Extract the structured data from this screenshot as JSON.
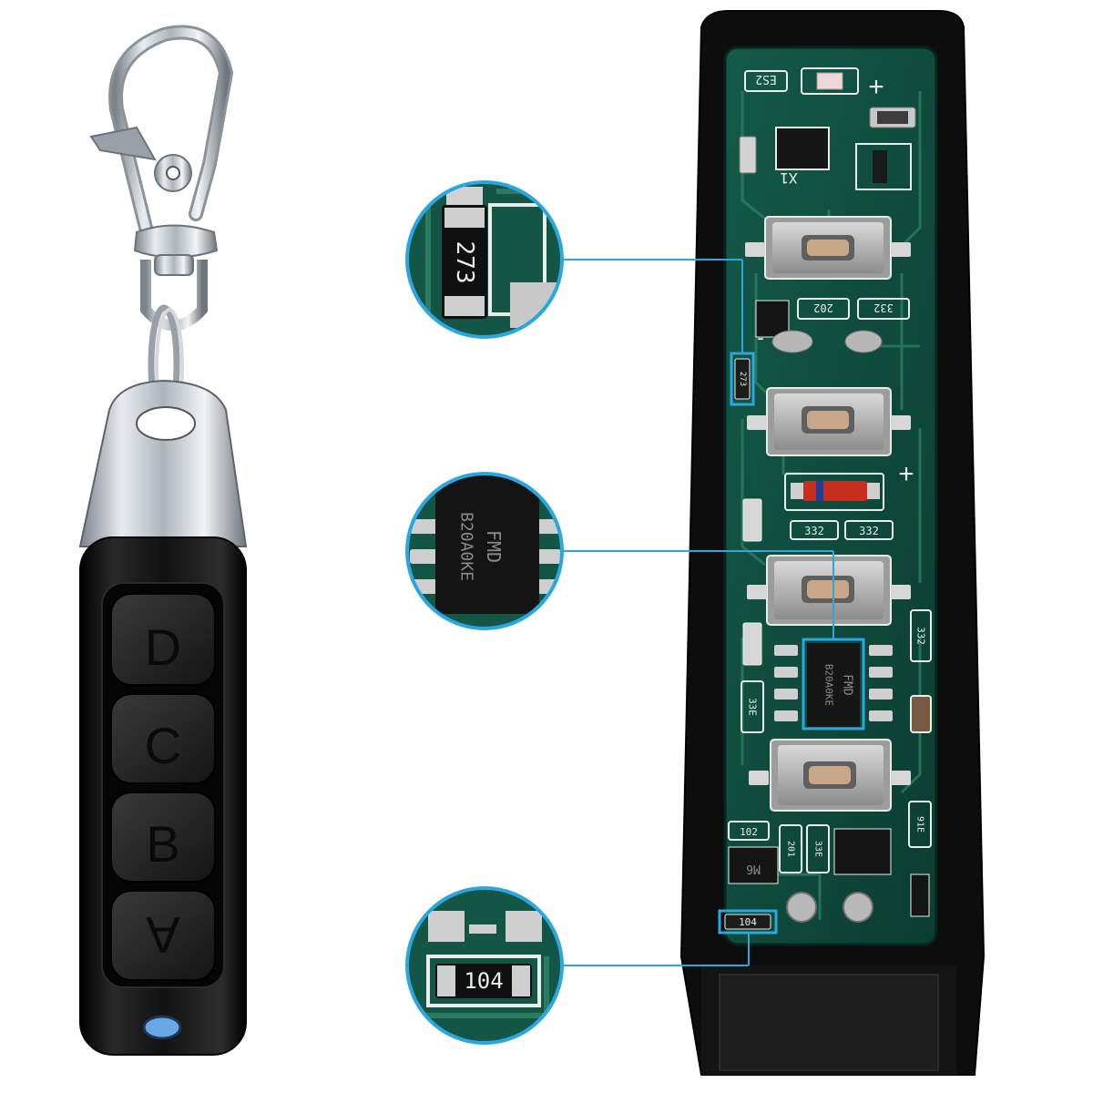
{
  "colors": {
    "background": "#ffffff",
    "case_black": "#0d0d0d",
    "pcb_green": "#0f4a3c",
    "pcb_trace": "#2c7a5f",
    "callout_blue": "#2aa6e0",
    "metal_chrome": "#c8ccd2",
    "silk_white": "#e8eee9",
    "led_blue": "#6aa7e6"
  },
  "remote": {
    "buttons": [
      {
        "label": "D"
      },
      {
        "label": "C"
      },
      {
        "label": "B"
      },
      {
        "label": "A"
      }
    ]
  },
  "pcb": {
    "markings": {
      "r_top": "ES2",
      "crystal": "X1",
      "r_202": "202",
      "r_332a": "332",
      "r_273": "273",
      "r_332b": "332",
      "r_332c": "332",
      "r_332d": "332",
      "r_33e": "33E",
      "ic_line1": "FMD",
      "ic_line2": "B20A0KE",
      "r_102": "102",
      "r_201": "201",
      "r_33e_b": "33E",
      "r_91e": "91E",
      "q_m6": "M6",
      "r_104": "104",
      "plus_top": "+",
      "plus_mid": "+",
      "minus_mid": "-"
    }
  },
  "callouts": [
    {
      "id": "resistor-273",
      "text": "273"
    },
    {
      "id": "ic-chip",
      "line1": "FMD",
      "line2": "B20A0KE"
    },
    {
      "id": "resistor-104",
      "text": "104"
    }
  ]
}
